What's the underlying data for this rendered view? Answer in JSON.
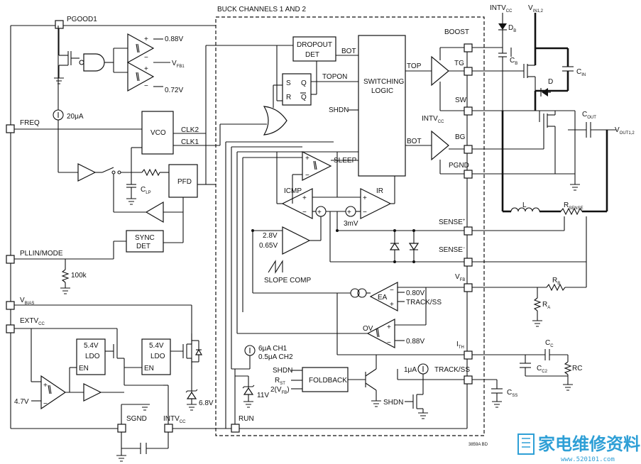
{
  "title": "BUCK CHANNELS 1 AND 2",
  "pins": {
    "pgood1": "PGOOD1",
    "freq": "FREQ",
    "pllin": "PLLIN/MODE",
    "vbias": "V",
    "vbias_sub": "BIAS",
    "extvcc": "EXTV",
    "extvcc_sub": "CC",
    "sgnd": "SGND",
    "intvcc": "INTV",
    "intvcc_sub": "CC",
    "run": "RUN",
    "boost": "BOOST",
    "tg": "TG",
    "sw": "SW",
    "bg": "BG",
    "pgnd": "PGND",
    "sense_p": "SENSE",
    "sense_p_sup": "+",
    "sense_n": "SENSE",
    "sense_n_sup": "−",
    "vfb": "V",
    "vfb_sub": "FB",
    "ith": "I",
    "ith_sub": "TH",
    "track": "TRACK/SS"
  },
  "blocks": {
    "vco": "VCO",
    "clk2": "CLK2",
    "clk1": "CLK1",
    "pfd": "PFD",
    "sync1": "SYNC",
    "sync2": "DET",
    "dropout1": "DROPOUT",
    "dropout2": "DET",
    "bot_do": "BOT",
    "topon": "TOPON",
    "sw_logic1": "SWITCHING",
    "sw_logic2": "LOGIC",
    "shdn": "SHDN",
    "top": "TOP",
    "bot": "BOT",
    "sleep": "SLEEP",
    "icmp": "ICMP",
    "ir": "IR",
    "mv3": "3mV",
    "ea": "EA",
    "ov": "OV",
    "foldback": "FOLDBACK",
    "ldo": "LDO",
    "en": "EN",
    "v54": "5.4V",
    "slope": "SLOPE COMP",
    "sr_s": "S",
    "sr_r": "R",
    "sr_q": "Q",
    "sr_qb": "Q"
  },
  "labels": {
    "v088_top": "0.88V",
    "vfb1": "V",
    "vfb1_sub": "FB1",
    "v072": "0.72V",
    "i20": "20μA",
    "clp": "C",
    "clp_sub": "LP",
    "r100k": "100k",
    "v47": "4.7V",
    "v68": "6.8V",
    "v28": "2.8V",
    "v065": "0.65V",
    "i6": "6μA CH1",
    "i05": "0.5μA CH2",
    "v11": "11V",
    "shdn_fb": "SHDN",
    "rst": "R",
    "rst_sub": "ST",
    "fb2": "2(V",
    "fb2_sub": "FB",
    "fb2_end": ")",
    "v080": "0.80V",
    "track_ss": "TRACK/SS",
    "v088_ov": "0.88V",
    "i1": "1μA",
    "shdn_m": "SHDN",
    "intvcc_top": "INTV",
    "intvcc_top_sub": "CC",
    "intvcc_mid": "INTV",
    "intvcc_mid_sub": "CC",
    "vin": "V",
    "vin_sub": "IN1,2",
    "db": "D",
    "db_sub": "B",
    "cb": "C",
    "cb_sub": "B",
    "cin": "C",
    "cin_sub": "IN",
    "d": "D",
    "cout": "C",
    "cout_sub": "OUT",
    "vout": "V",
    "vout_sub": "OUT1,2",
    "l": "L",
    "rsense": "R",
    "rsense_sub": "SENSE",
    "rb": "R",
    "rb_sub": "B",
    "ra": "R",
    "ra_sub": "A",
    "cc": "C",
    "cc_sub": "C",
    "cc2": "C",
    "cc2_sub": "C2",
    "rc": "RC",
    "css": "C",
    "css_sub": "SS",
    "code": "3859A BD"
  },
  "watermark": {
    "text": "家电维修资料网",
    "url": "www.520101.com"
  }
}
